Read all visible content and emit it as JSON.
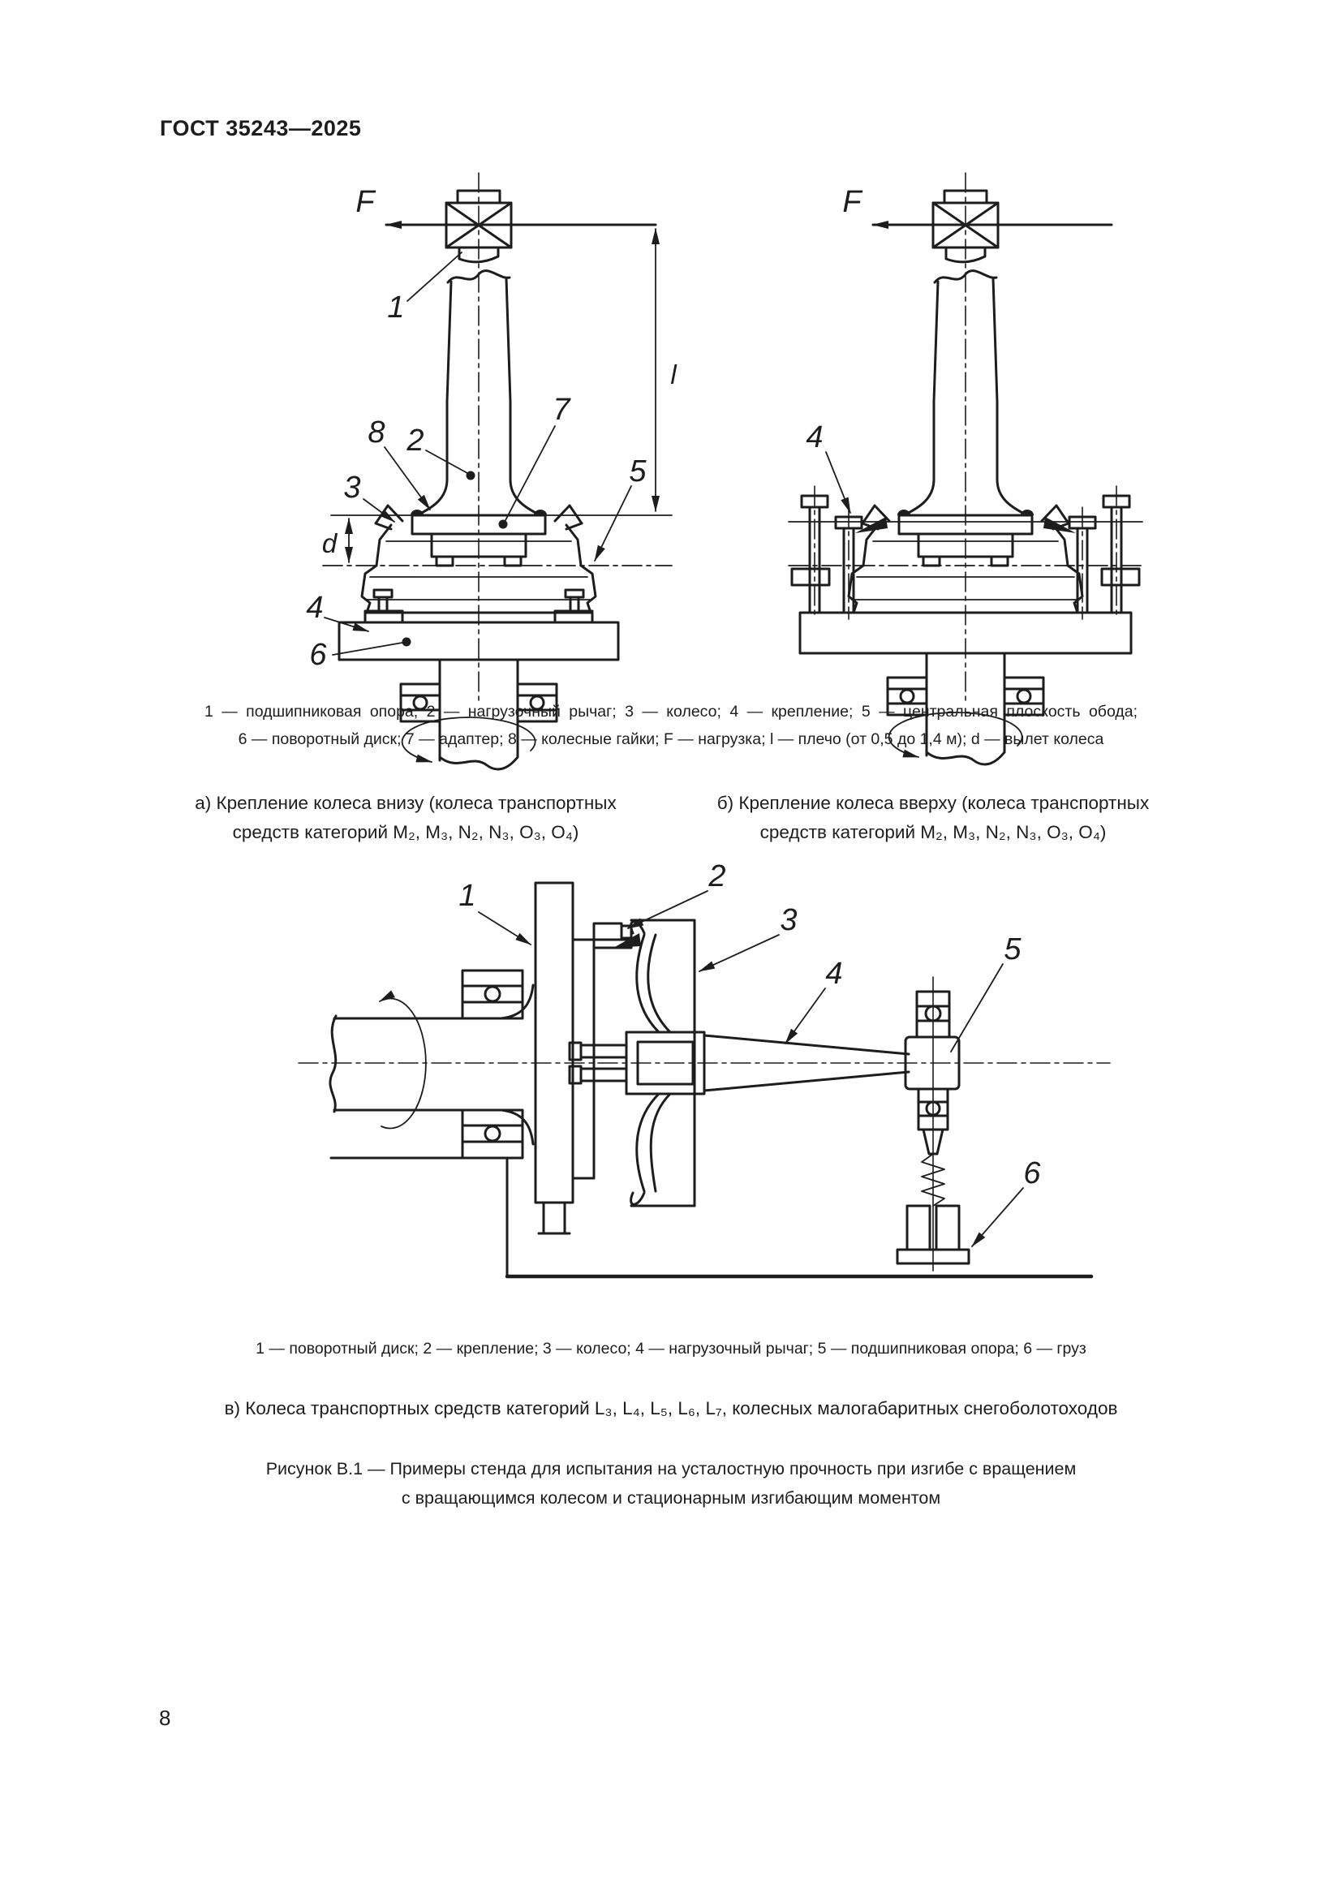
{
  "page": {
    "header": "ГОСТ 35243—2025",
    "page_number": "8"
  },
  "legend_top": {
    "line1": "1 — подшипниковая опора; 2 — нагрузочный рычаг; 3 — колесо; 4 — крепление; 5 — центральная плоскость обода;",
    "line2": "6 — поворотный диск; 7 — адаптер; 8 — колесные гайки; F — нагрузка; l — плечо (от 0,5 до 1,4 м); d — вылет колеса"
  },
  "captions": {
    "a_line1": "а) Крепление колеса внизу (колеса транспортных",
    "a_line2": "средств категорий M₂, M₃, N₂, N₃, O₃, O₄)",
    "b_line1": "б) Крепление колеса вверху (колеса транспортных",
    "b_line2": "средств категорий M₂, M₃, N₂, N₃, O₃, O₄)",
    "v_line": "в) Колеса транспортных средств категорий L₃, L₄, L₅, L₆, L₇, колесных малогабаритных снегоболотоходов"
  },
  "legend_bottom": {
    "line1": "1 — поворотный диск; 2 — крепление; 3 — колесо; 4 — нагрузочный рычаг; 5 — подшипниковая опора; 6 — груз"
  },
  "figure_caption": {
    "line1": "Рисунок В.1 — Примеры стенда для испытания на усталостную прочность при изгибе с вращением",
    "line2": "с вращающимся колесом и стационарным изгибающим моментом"
  },
  "diagram_a": {
    "n1": "1",
    "n2": "2",
    "n3": "3",
    "n4": "4",
    "n5": "5",
    "n6": "6",
    "n7": "7",
    "n8": "8",
    "force": "F",
    "arm": "l",
    "offset": "d"
  },
  "diagram_b": {
    "n4": "4",
    "force": "F"
  },
  "diagram_v": {
    "n1": "1",
    "n2": "2",
    "n3": "3",
    "n4": "4",
    "n5": "5",
    "n6": "6"
  }
}
